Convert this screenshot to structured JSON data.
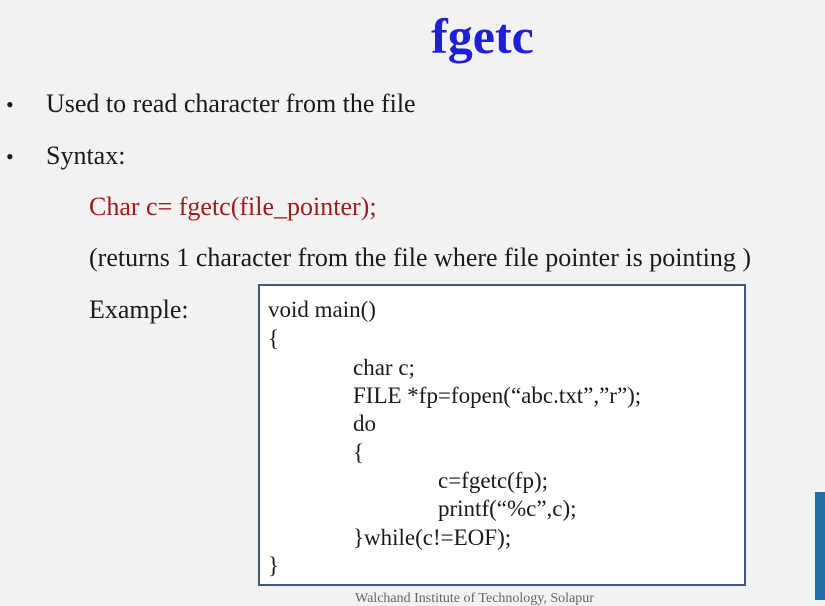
{
  "slide": {
    "title": "fgetc",
    "bullets": [
      {
        "marker": "•",
        "text": "Used to read character from the file"
      },
      {
        "marker": "•",
        "text": "Syntax:"
      }
    ],
    "syntax_code": "Char c= fgetc(file_pointer);",
    "returns_note": "(returns 1 character from the file where file pointer is pointing )",
    "example_label": "Example:",
    "code_lines": [
      "void main()",
      "{",
      "char c;",
      "FILE *fp=fopen(“abc.txt”,”r”);",
      "do",
      "{",
      "c=fgetc(fp);",
      "printf(“%c”,c);",
      "}while(c!=EOF);",
      "}"
    ],
    "footer_text": "Walchand Institute of Technology, Solapur"
  },
  "colors": {
    "title": "#1f1fd6",
    "syntax_code": "#a01c1c",
    "code_border": "#3c5a7a",
    "accent": "#1d6fa5"
  }
}
